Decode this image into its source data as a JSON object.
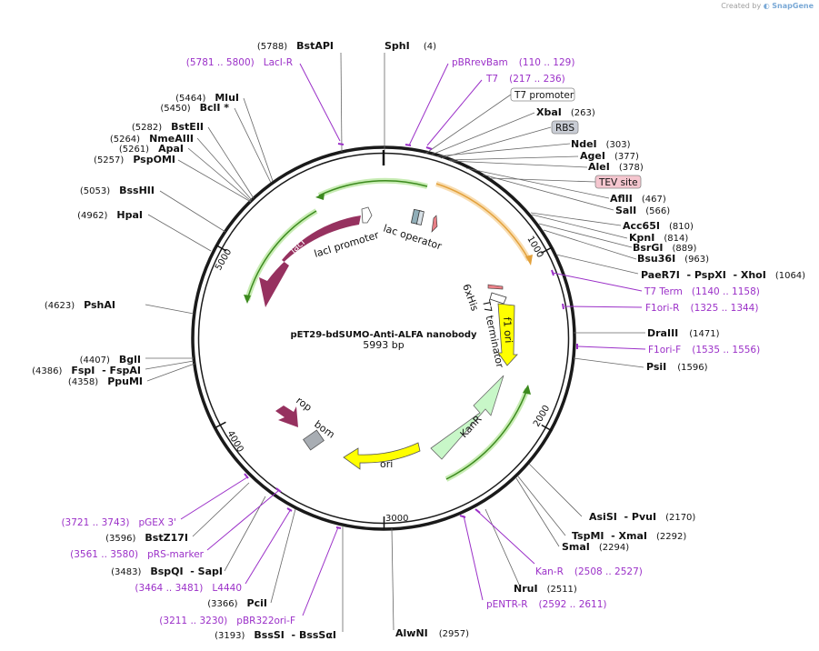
{
  "credit": {
    "created_by": "Created by",
    "brand": "SnapGene"
  },
  "plasmid": {
    "name": "pET29-bdSUMO-Anti-ALFA nanobody",
    "size_label": "5993 bp"
  },
  "ticks": [
    {
      "label": "1000",
      "bp": 1000
    },
    {
      "label": "2000",
      "bp": 2000
    },
    {
      "label": "3000",
      "bp": 3000
    },
    {
      "label": "4000",
      "bp": 4000
    },
    {
      "label": "5000",
      "bp": 5000
    }
  ],
  "sites": [
    {
      "name": "SphI",
      "pos": "(4)"
    },
    {
      "name": "XbaI",
      "pos": "(263)"
    },
    {
      "name": "NdeI",
      "pos": "(303)"
    },
    {
      "name": "AgeI",
      "pos": "(377)"
    },
    {
      "name": "AleI",
      "pos": "(378)"
    },
    {
      "name": "AflII",
      "pos": "(467)"
    },
    {
      "name": "SalI",
      "pos": "(566)"
    },
    {
      "name": "Acc65I",
      "pos": "(810)"
    },
    {
      "name": "KpnI",
      "pos": "(814)"
    },
    {
      "name": "BsrGI",
      "pos": "(889)"
    },
    {
      "name": "Bsu36I",
      "pos": "(963)"
    },
    {
      "name": "PaeR7I  - PspXI  - XhoI",
      "pos": "(1064)"
    },
    {
      "name": "DraIII",
      "pos": "(1471)"
    },
    {
      "name": "PsiI",
      "pos": "(1596)"
    },
    {
      "name": "AsiSI  - PvuI",
      "pos": "(2170)"
    },
    {
      "name": "TspMI  - XmaI",
      "pos": "(2292)"
    },
    {
      "name": "SmaI",
      "pos": "(2294)"
    },
    {
      "name": "NruI",
      "pos": "(2511)"
    },
    {
      "name": "AlwNI",
      "pos": "(2957)"
    },
    {
      "name": "BssSI  - BssSαI",
      "pos": "(3193)"
    },
    {
      "name": "PciI",
      "pos": "(3366)"
    },
    {
      "name": "BspQI  - SapI",
      "pos": "(3483)"
    },
    {
      "name": "BstZ17I",
      "pos": "(3596)"
    },
    {
      "name": "PpuMI",
      "pos": "(4358)"
    },
    {
      "name": "FspI  - FspAI",
      "pos": "(4386)"
    },
    {
      "name": "BglI",
      "pos": "(4407)"
    },
    {
      "name": "PshAI",
      "pos": "(4623)"
    },
    {
      "name": "HpaI",
      "pos": "(4962)"
    },
    {
      "name": "BssHII",
      "pos": "(5053)"
    },
    {
      "name": "PspOMI",
      "pos": "(5257)"
    },
    {
      "name": "ApaI",
      "pos": "(5261)"
    },
    {
      "name": "NmeAIII",
      "pos": "(5264)"
    },
    {
      "name": "BstEII",
      "pos": "(5282)"
    },
    {
      "name": "BclI *",
      "pos": "(5450)"
    },
    {
      "name": "MluI",
      "pos": "(5464)"
    },
    {
      "name": "BstAPI",
      "pos": "(5788)"
    }
  ],
  "primers": [
    {
      "name": "pBRrevBam",
      "range": "(110 .. 129)"
    },
    {
      "name": "T7",
      "range": "(217 .. 236)"
    },
    {
      "name": "T7 Term",
      "range": "(1140 .. 1158)"
    },
    {
      "name": "F1ori-R",
      "range": "(1325 .. 1344)"
    },
    {
      "name": "F1ori-F",
      "range": "(1535 .. 1556)"
    },
    {
      "name": "Kan-R",
      "range": "(2508 .. 2527)"
    },
    {
      "name": "pENTR-R",
      "range": "(2592 .. 2611)"
    },
    {
      "name": "pBR322ori-F",
      "range": "(3211 .. 3230)"
    },
    {
      "name": "L4440",
      "range": "(3464 .. 3481)"
    },
    {
      "name": "pRS-marker",
      "range": "(3561 .. 3580)"
    },
    {
      "name": "pGEX 3'",
      "range": "(3721 .. 3743)"
    },
    {
      "name": "LacI-R",
      "range": "(5781 .. 5800)"
    }
  ],
  "boxed_labels": [
    {
      "name": "T7 promoter",
      "color": "#ffffff"
    },
    {
      "name": "RBS",
      "color": "#c8ccd4"
    },
    {
      "name": "TEV site",
      "color": "#f5c6cf"
    }
  ],
  "features": [
    {
      "name": "lacI",
      "color": "#96315f"
    },
    {
      "name": "lacI promoter",
      "color": "#ffffff"
    },
    {
      "name": "lac operator",
      "color": "#ffffff"
    },
    {
      "name": "6xHis",
      "color": "#e77f86"
    },
    {
      "name": "T7 terminator",
      "color": "#ffffff"
    },
    {
      "name": "f1 ori",
      "color": "#ffff00"
    },
    {
      "name": "KanR",
      "color": "#c8f7c8"
    },
    {
      "name": "ori",
      "color": "#ffff00"
    },
    {
      "name": "bom",
      "color": "#a8adb3"
    },
    {
      "name": "rop",
      "color": "#96315f"
    }
  ],
  "colors": {
    "backbone": "#1a1a1a",
    "primer": "#9b30c8",
    "orf_highlight_green": "#3c8a1e",
    "orf_highlight_orange": "#e3a13b"
  }
}
